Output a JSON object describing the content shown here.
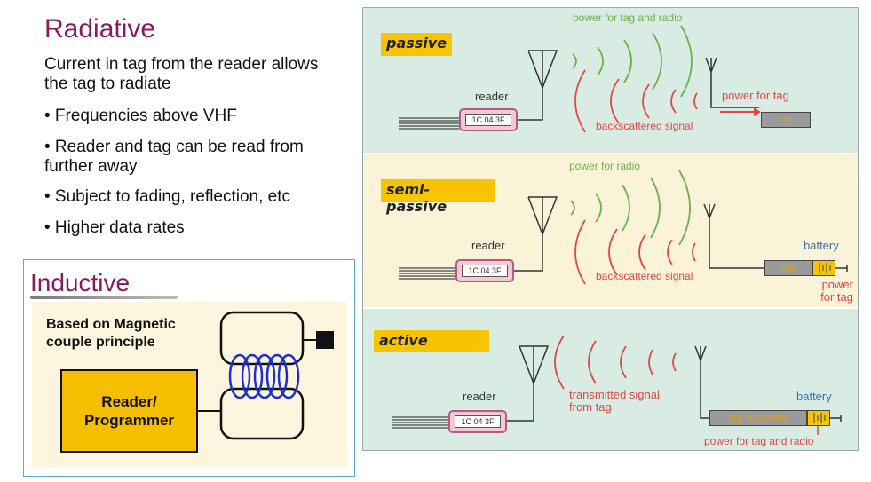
{
  "left": {
    "radiative_title": "Radiative",
    "radiative_desc": "Current in tag from the reader allows the tag to radiate",
    "bullets": [
      "• Frequencies above VHF",
      "• Reader and tag can be read from further away",
      "• Subject to fading, reflection, etc",
      "• Higher data rates"
    ],
    "inductive_title": "Inductive",
    "magnetic_text": "Based on Magnetic couple principle",
    "reader_block": "Reader/\nProgrammer"
  },
  "right": {
    "passive": {
      "label": "passive",
      "power_note": "power for tag and radio",
      "reader": "reader",
      "reader_id": "1C 04 3F",
      "backscatter": "backscattered signal",
      "tag_power": "power for tag",
      "tag": "tag"
    },
    "semi_passive": {
      "label": "semi-passive",
      "power_note": "power for radio",
      "reader": "reader",
      "reader_id": "1C 04 3F",
      "backscatter": "backscattered signal",
      "battery": "battery",
      "tag": "tag",
      "tag_power": "power for tag"
    },
    "active": {
      "label": "active",
      "reader": "reader",
      "reader_id": "1C 04 3F",
      "transmitted": "transmitted signal from tag",
      "battery": "battery",
      "tag": "tag with radio",
      "tag_power": "power for tag and radio"
    }
  },
  "colors": {
    "title": "#8b1a5c",
    "row_bg_green": "#d8ece3",
    "row_bg_yellow": "#faf3d8",
    "label_yellow": "#f6c400",
    "wave_green": "#6ab04c",
    "wave_red": "#e04848",
    "coil_blue": "#1a2fd6"
  }
}
